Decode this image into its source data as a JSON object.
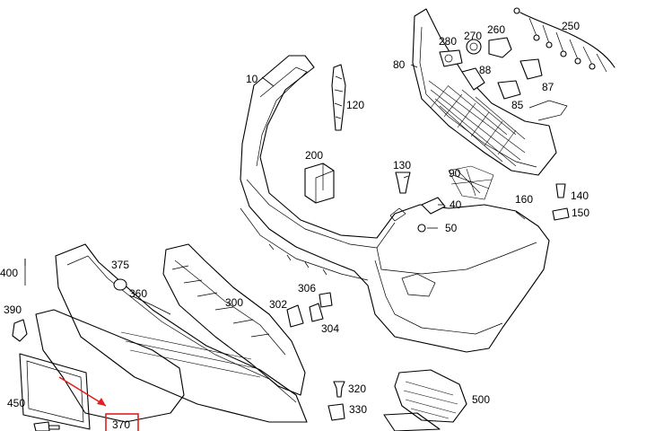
{
  "labels": {
    "p10": "10",
    "p40": "40",
    "p50": "50",
    "p80": "80",
    "p85": "85",
    "p87": "87",
    "p88": "88",
    "p90": "90",
    "p120": "120",
    "p130": "130",
    "p140": "140",
    "p150": "150",
    "p160": "160",
    "p200": "200",
    "p250": "250",
    "p260": "260",
    "p270": "270",
    "p280": "280",
    "p300": "300",
    "p302": "302",
    "p304": "304",
    "p306": "306",
    "p320": "320",
    "p330": "330",
    "p360": "360",
    "p370": "370",
    "p375": "375",
    "p390": "390",
    "p400": "400",
    "p450": "450",
    "p500": "500"
  },
  "highlight": {
    "part": "370",
    "color": "#e02020"
  },
  "colors": {
    "line": "#000000",
    "background": "#ffffff"
  }
}
